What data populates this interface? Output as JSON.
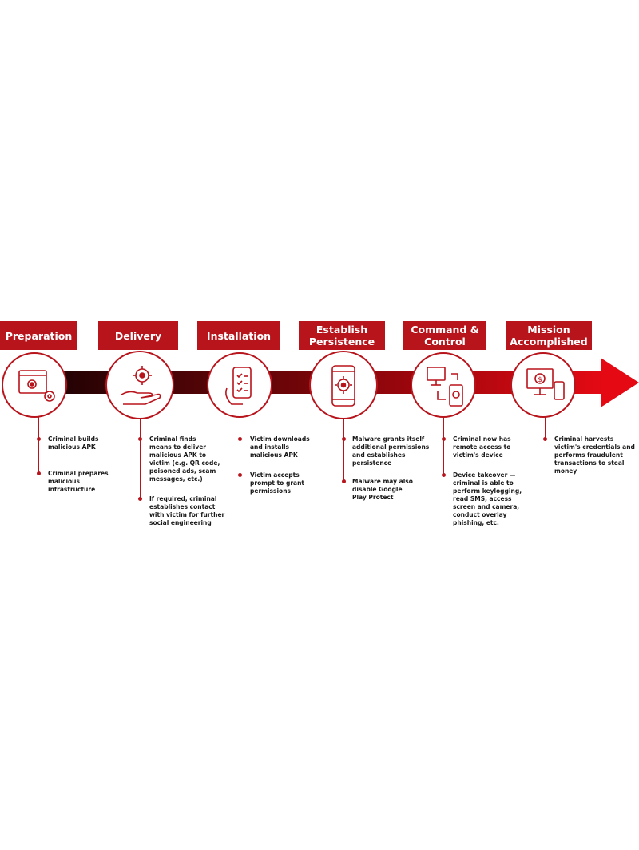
{
  "stages": [
    {
      "label": "Preparation",
      "icon": "browser-virus-gear-icon",
      "bullets": [
        "Criminal builds\nmalicious APK",
        "Criminal prepares\nmalicious\ninfrastructure"
      ]
    },
    {
      "label": "Delivery",
      "icon": "hand-virus-icon",
      "bullets": [
        "Criminal finds\nmeans to deliver\nmalicious APK to\nvictim (e.g. QR code,\npoisoned ads, scam\nmessages, etc.)",
        "If required, criminal\nestablishes contact\nwith victim for further\nsocial engineering"
      ]
    },
    {
      "label": "Installation",
      "icon": "hand-phone-checklist-icon",
      "bullets": [
        "Victim downloads\nand installs\nmalicious APK",
        "Victim accepts\nprompt to grant\npermissions"
      ]
    },
    {
      "label": "Establish\nPersistence",
      "icon": "phone-virus-icon",
      "bullets": [
        "Malware grants itself\nadditional permissions\nand establishes\npersistence",
        "Malware may also\ndisable Google\nPlay Protect"
      ]
    },
    {
      "label": "Command &\nControl",
      "icon": "monitor-phone-sync-icon",
      "bullets": [
        "Criminal now has\nremote access to\nvictim's device",
        "Device takeover —\ncriminal is able to\nperform keylogging,\nread SMS, access\nscreen and camera,\nconduct overlay\nphishing, etc."
      ]
    },
    {
      "label": "Mission\nAccomplished",
      "icon": "devices-money-icon",
      "bullets": [
        "Criminal harvests\nvictim's credentials and\nperforms fraudulent\ntransactions to steal\nmoney"
      ]
    }
  ],
  "colors": {
    "accent": "#b8141c",
    "arrow_dark": "#2a0204",
    "arrow_light": "#e50914"
  }
}
